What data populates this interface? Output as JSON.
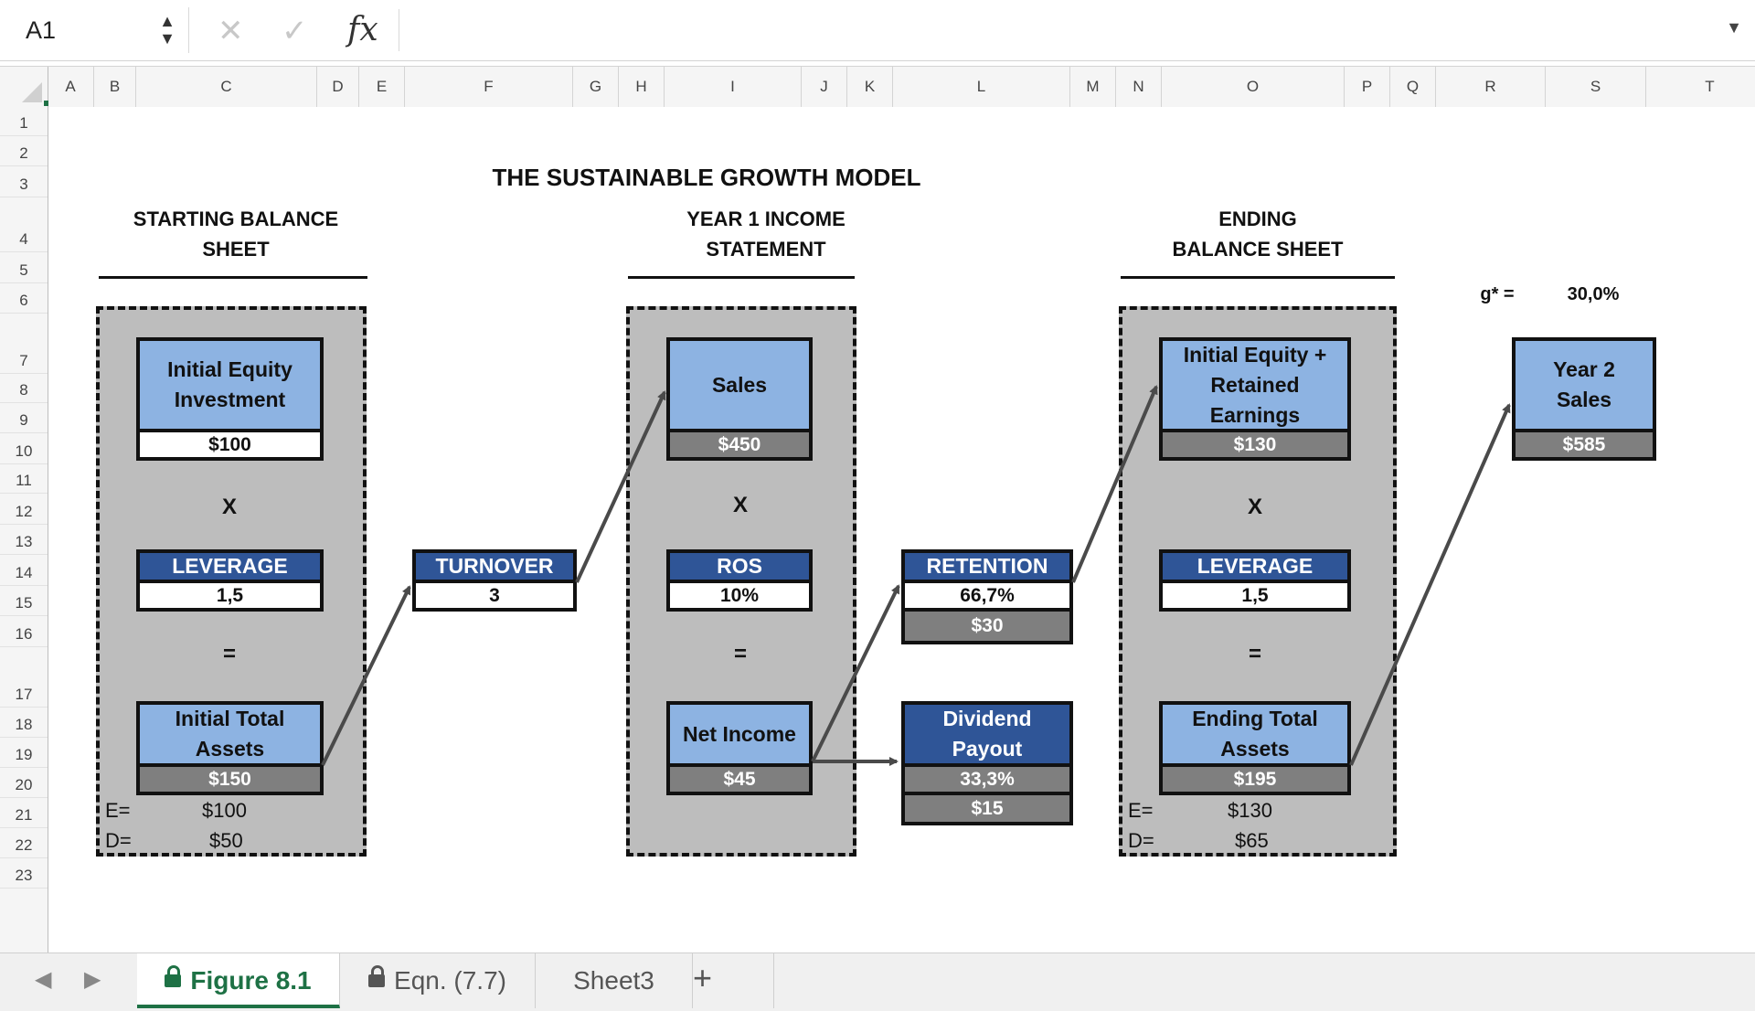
{
  "formula_bar": {
    "name_box": "A1",
    "stepper_up": "▲",
    "stepper_down": "▼",
    "cancel_glyph": "✕",
    "enter_glyph": "✓",
    "fx_label": "fx",
    "formula": "",
    "expand_glyph": "▼"
  },
  "columns": [
    "A",
    "B",
    "C",
    "D",
    "E",
    "F",
    "G",
    "H",
    "I",
    "J",
    "K",
    "L",
    "M",
    "N",
    "O",
    "P",
    "Q",
    "R",
    "S",
    "T"
  ],
  "rows": [
    "1",
    "2",
    "3",
    "4",
    "5",
    "6",
    "7",
    "8",
    "9",
    "10",
    "11",
    "12",
    "13",
    "14",
    "15",
    "16",
    "17",
    "18",
    "19",
    "20",
    "21",
    "22",
    "23"
  ],
  "sheet": {
    "title": "THE SUSTAINABLE GROWTH MODEL",
    "start": {
      "header_line1": "STARTING BALANCE",
      "header_line2": "SHEET",
      "equity_label_1": "Initial Equity",
      "equity_label_2": "Investment",
      "equity_value": "$100",
      "times": "X",
      "leverage_label": "LEVERAGE",
      "leverage_value": "1,5",
      "equals": "=",
      "assets_label_1": "Initial Total",
      "assets_label_2": "Assets",
      "assets_value": "$150",
      "e_label": "E=",
      "e_value": "$100",
      "d_label": "D=",
      "d_value": "$50"
    },
    "turnover": {
      "label": "TURNOVER",
      "value": "3"
    },
    "income": {
      "header_line1": "YEAR 1 INCOME",
      "header_line2": "STATEMENT",
      "sales_label": "Sales",
      "sales_value": "$450",
      "times": "X",
      "ros_label": "ROS",
      "ros_value": "10%",
      "equals": "=",
      "net_label": "Net Income",
      "net_value": "$45"
    },
    "retention": {
      "label": "RETENTION",
      "pct": "66,7%",
      "value": "$30"
    },
    "dividend": {
      "label_1": "Dividend",
      "label_2": "Payout",
      "pct": "33,3%",
      "value": "$15"
    },
    "ending": {
      "header_line1": "ENDING",
      "header_line2": "BALANCE SHEET",
      "equity_label_1": "Initial Equity +",
      "equity_label_2": "Retained",
      "equity_label_3": "Earnings",
      "equity_value": "$130",
      "times": "X",
      "leverage_label": "LEVERAGE",
      "leverage_value": "1,5",
      "equals": "=",
      "assets_label_1": "Ending Total",
      "assets_label_2": "Assets",
      "assets_value": "$195",
      "e_label": "E=",
      "e_value": "$130",
      "d_label": "D=",
      "d_value": "$65"
    },
    "growth": {
      "label": "g* =",
      "value": "30,0%"
    },
    "year2": {
      "label_1": "Year 2",
      "label_2": "Sales",
      "value": "$585"
    }
  },
  "tabs": {
    "prev_glyph": "◀",
    "next_glyph": "▶",
    "items": [
      {
        "label": "Figure 8.1",
        "locked": true,
        "active": true
      },
      {
        "label": "Eqn. (7.7)",
        "locked": true,
        "active": false
      },
      {
        "label": "Sheet3",
        "locked": false,
        "active": false
      }
    ],
    "add_glyph": "+"
  },
  "colors": {
    "accent": "#1e7145",
    "light_box": "#8db3e2",
    "dark_box": "#2f5597",
    "panel": "#bdbdbd",
    "value_gray": "#7f7f7f"
  }
}
